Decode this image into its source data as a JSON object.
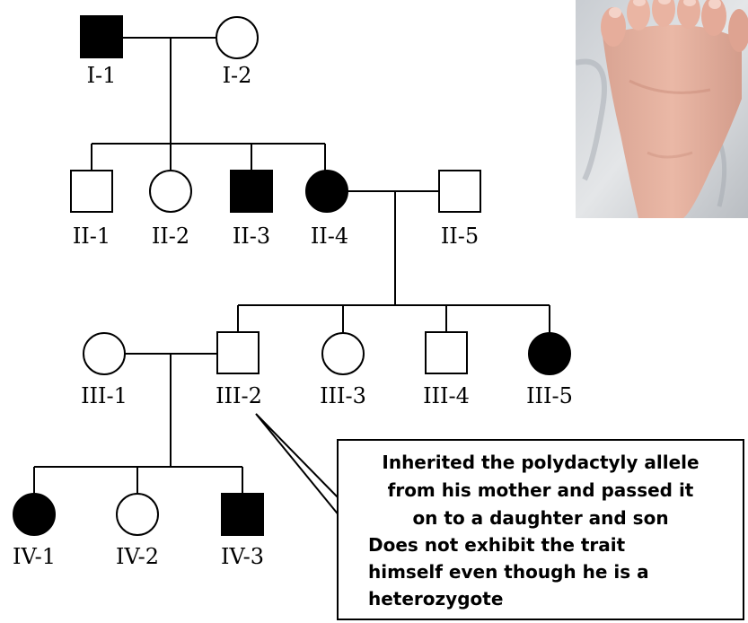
{
  "pedigree": {
    "individuals": [
      {
        "id": "I-1",
        "label": "I-1",
        "sex": "male",
        "affected": true
      },
      {
        "id": "I-2",
        "label": "I-2",
        "sex": "female",
        "affected": false
      },
      {
        "id": "II-1",
        "label": "II-1",
        "sex": "male",
        "affected": false
      },
      {
        "id": "II-2",
        "label": "II-2",
        "sex": "female",
        "affected": false
      },
      {
        "id": "II-3",
        "label": "II-3",
        "sex": "male",
        "affected": true
      },
      {
        "id": "II-4",
        "label": "II-4",
        "sex": "female",
        "affected": true
      },
      {
        "id": "II-5",
        "label": "II-5",
        "sex": "male",
        "affected": false
      },
      {
        "id": "III-1",
        "label": "III-1",
        "sex": "female",
        "affected": false
      },
      {
        "id": "III-2",
        "label": "III-2",
        "sex": "male",
        "affected": false
      },
      {
        "id": "III-3",
        "label": "III-3",
        "sex": "female",
        "affected": false
      },
      {
        "id": "III-4",
        "label": "III-4",
        "sex": "male",
        "affected": false
      },
      {
        "id": "III-5",
        "label": "III-5",
        "sex": "female",
        "affected": true
      },
      {
        "id": "IV-1",
        "label": "IV-1",
        "sex": "female",
        "affected": true
      },
      {
        "id": "IV-2",
        "label": "IV-2",
        "sex": "female",
        "affected": false
      },
      {
        "id": "IV-3",
        "label": "IV-3",
        "sex": "male",
        "affected": true
      }
    ],
    "matings": [
      [
        "I-1",
        "I-2"
      ],
      [
        "II-4",
        "II-5"
      ],
      [
        "III-1",
        "III-2"
      ]
    ],
    "children": {
      "I-1+I-2": [
        "II-1",
        "II-2",
        "II-3",
        "II-4"
      ],
      "II-4+II-5": [
        "III-2",
        "III-3",
        "III-4",
        "III-5"
      ],
      "III-1+III-2": [
        "IV-1",
        "IV-2",
        "IV-3"
      ]
    }
  },
  "callout": {
    "target": "III-2",
    "lines": [
      "Inherited the polydactyly allele",
      "from his mother and passed it",
      "on to a daughter and son",
      "Does not exhibit the trait",
      "himself even though he is a",
      "heterozygote"
    ]
  },
  "photo": {
    "subject": "polydactyly-foot-photo"
  },
  "colors": {
    "affected": "#000000",
    "unaffected": "#ffffff",
    "line": "#000000"
  }
}
